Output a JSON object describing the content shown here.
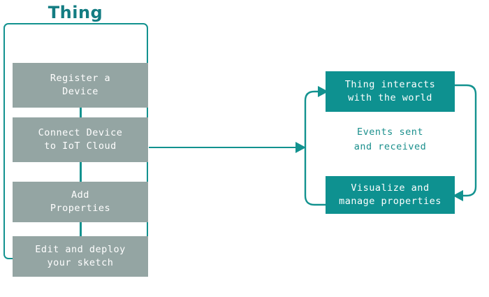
{
  "diagram": {
    "title": "Thing",
    "left_column": {
      "container_name": "thing-lifecycle-container",
      "steps": [
        {
          "label": "Register a\nDevice"
        },
        {
          "label": "Connect Device\nto IoT Cloud"
        },
        {
          "label": "Add\nProperties"
        },
        {
          "label": "Edit and deploy\nyour sketch"
        }
      ]
    },
    "right_cycle": {
      "top_box": "Thing interacts\nwith the world",
      "middle_label": "Events sent\nand received",
      "bottom_box": "Visualize and\nmanage properties"
    },
    "colors": {
      "teal": "#0e9190",
      "teal_border": "#12928f",
      "title_teal": "#137c82",
      "gray_box": "#94a5a3",
      "text_white": "#ffffff",
      "background": "#ffffff"
    }
  }
}
